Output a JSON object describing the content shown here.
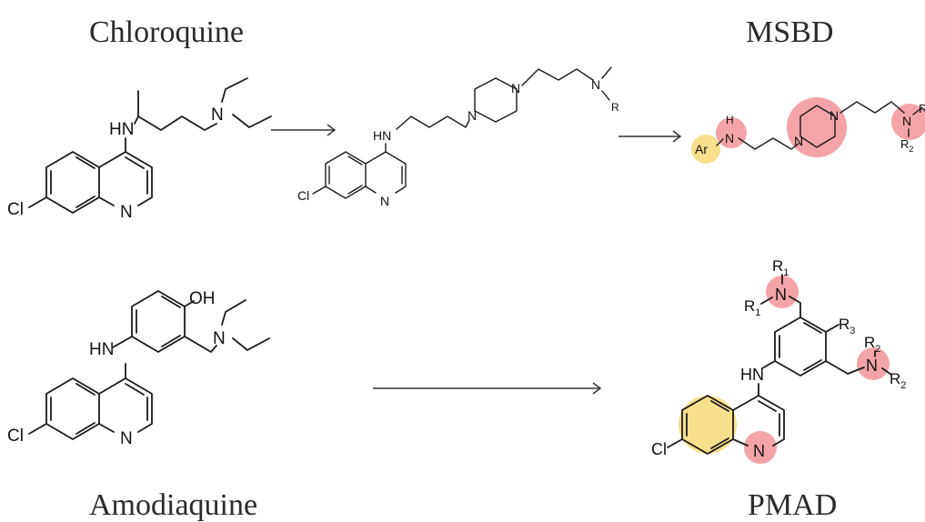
{
  "titles": {
    "chloroquine": "Chloroquine",
    "msbd": "MSBD",
    "amodiaquine": "Amodiaquine",
    "pmad": "PMAD"
  },
  "atoms": {
    "cl": "Cl",
    "n": "N",
    "hn": "HN",
    "h": "H",
    "oh": "OH",
    "ar": "Ar",
    "r": "R",
    "r1": "R",
    "r1_sub": "1",
    "r2": "R",
    "r2_sub": "2",
    "r3": "R",
    "r3_sub": "3"
  },
  "colors": {
    "highlight_red": "#f4a3a8",
    "highlight_yellow": "#f6e08c",
    "ink": "#1a1a1a",
    "title": "#2b2b2b"
  }
}
